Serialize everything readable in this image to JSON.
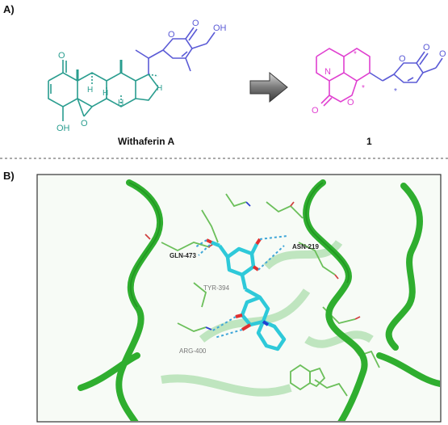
{
  "panel_a": {
    "label": "A)",
    "compound_left": "Withaferin A",
    "compound_right": "1",
    "atoms": {
      "oh": "OH",
      "o": "O",
      "h": "H",
      "n": "N",
      "oh_cut": "O"
    },
    "stereo_mark": "*"
  },
  "panel_b": {
    "label": "B)",
    "residues": {
      "gln": "GLN-473",
      "asn": "ASN-219",
      "tyr": "TYR-394",
      "arg": "ARG-400"
    }
  },
  "colors": {
    "steroid": "#2a9d8f",
    "lactone": "#5b5bd6",
    "piperidine": "#e040d0",
    "protein": "#3cc43c",
    "ligand": "#2ec9d9"
  }
}
